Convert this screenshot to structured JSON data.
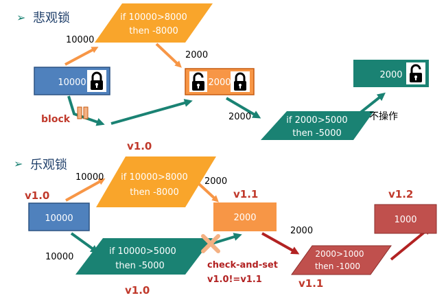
{
  "sections": {
    "pessimistic": {
      "title": "悲观锁"
    },
    "optimistic": {
      "title": "乐观锁"
    }
  },
  "pessimistic": {
    "box_left_value": "10000",
    "para_top_line1": "if 10000>8000",
    "para_top_line2": "then -8000",
    "label_arrow_up": "10000",
    "label_arrow_down": "2000",
    "box_mid_value": "2000",
    "block_label": "block",
    "label_to_bottom": "2000",
    "para_bottom_line1": "if 2000>5000",
    "para_bottom_line2": "then -5000",
    "box_right_value": "2000",
    "no_op_label": "不操作",
    "version_label": "v1.0"
  },
  "optimistic": {
    "box_left_value": "10000",
    "box_left_version": "v1.0",
    "label_arrow_up": "10000",
    "para_top_line1": "if 10000>8000",
    "para_top_line2": "then -8000",
    "label_arrow_down": "2000",
    "box_mid_value": "2000",
    "box_mid_version": "v1.1",
    "label_arrow_lower": "10000",
    "para_lower_line1": "if 10000>5000",
    "para_lower_line2": "then -5000",
    "para_lower_version": "v1.0",
    "cas_line1": "check-and-set",
    "cas_line2": "v1.0!=v1.1",
    "label_arrow_right": "2000",
    "para_right_line1": "2000>1000",
    "para_right_line2": "then -1000",
    "para_right_version": "v1.1",
    "box_right_value": "1000",
    "box_right_version": "v1.2"
  },
  "colors": {
    "blue": "#4f81bd",
    "orange": "#f79646",
    "teal": "#1a8273",
    "red": "#c0504d",
    "dark_red": "#b22222"
  }
}
